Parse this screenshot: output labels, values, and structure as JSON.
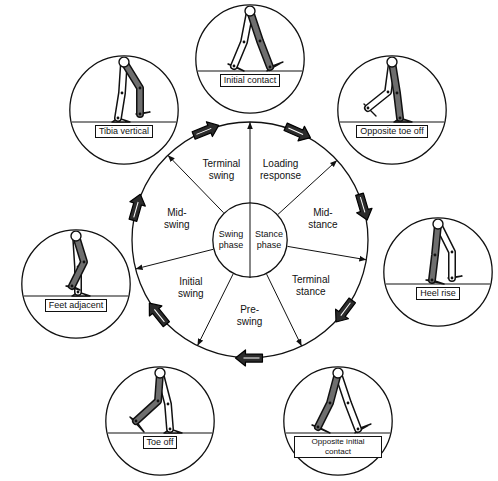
{
  "diagram": {
    "nodes": [
      {
        "text": [
          "Initial contact"
        ]
      },
      {
        "text": [
          "Opposite toe off"
        ]
      },
      {
        "text": [
          "Heel rise"
        ]
      },
      {
        "text": [
          "Opposite initial contact"
        ]
      },
      {
        "text": [
          "Toe off"
        ]
      },
      {
        "text": [
          "Feet adjacent"
        ]
      },
      {
        "text": [
          "Tibia vertical"
        ]
      },
      {
        "text": [
          "Swing phase",
          "Stance phase"
        ]
      }
    ],
    "labels": [
      "Loading response",
      "Mid-stance",
      "Terminal stance",
      "Pre-swing",
      "Initial swing",
      "Mid-swing",
      "Terminal swing"
    ]
  }
}
